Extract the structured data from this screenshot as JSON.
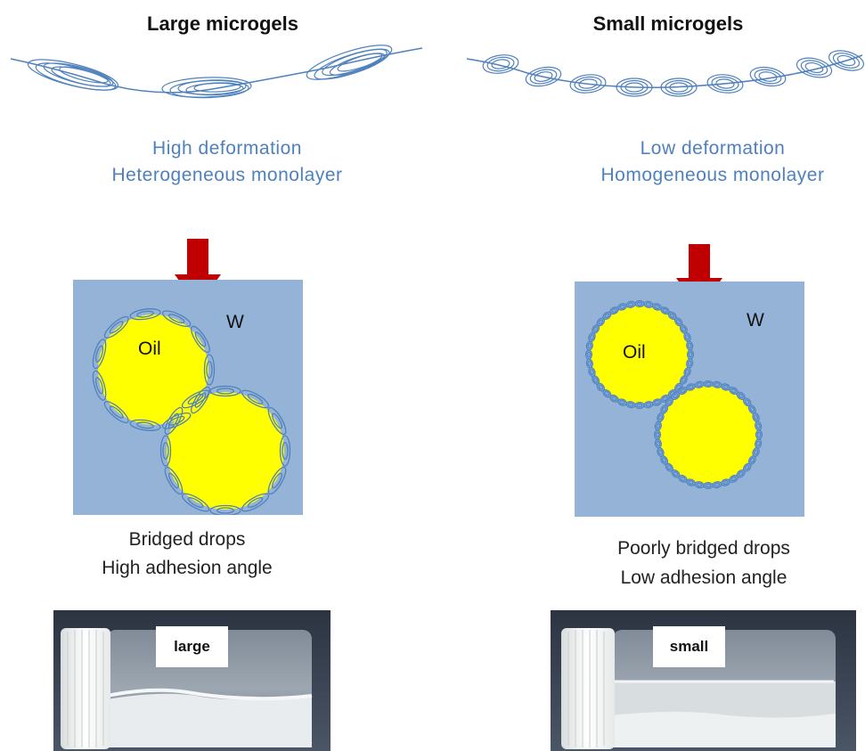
{
  "left": {
    "title": "Large microgels",
    "line1": "High deformation",
    "line2": "Heterogeneous  monolayer",
    "water_label": "W",
    "oil_label": "Oil",
    "caption1": "Bridged drops",
    "caption2": "High adhesion angle",
    "vial_label": "large"
  },
  "right": {
    "title": "Small microgels",
    "line1": "Low deformation",
    "line2": "Homogeneous  monolayer",
    "water_label": "W",
    "oil_label": "Oil",
    "caption1": "Poorly bridged drops",
    "caption2": "Low adhesion angle",
    "vial_label": "small"
  },
  "colors": {
    "panel": "#95b3d7",
    "oil": "#ffff00",
    "microgel": "#4f81bd",
    "arrow": "#c00000",
    "blue_text": "#4f81bd",
    "photo_bg": "#3c4656"
  }
}
